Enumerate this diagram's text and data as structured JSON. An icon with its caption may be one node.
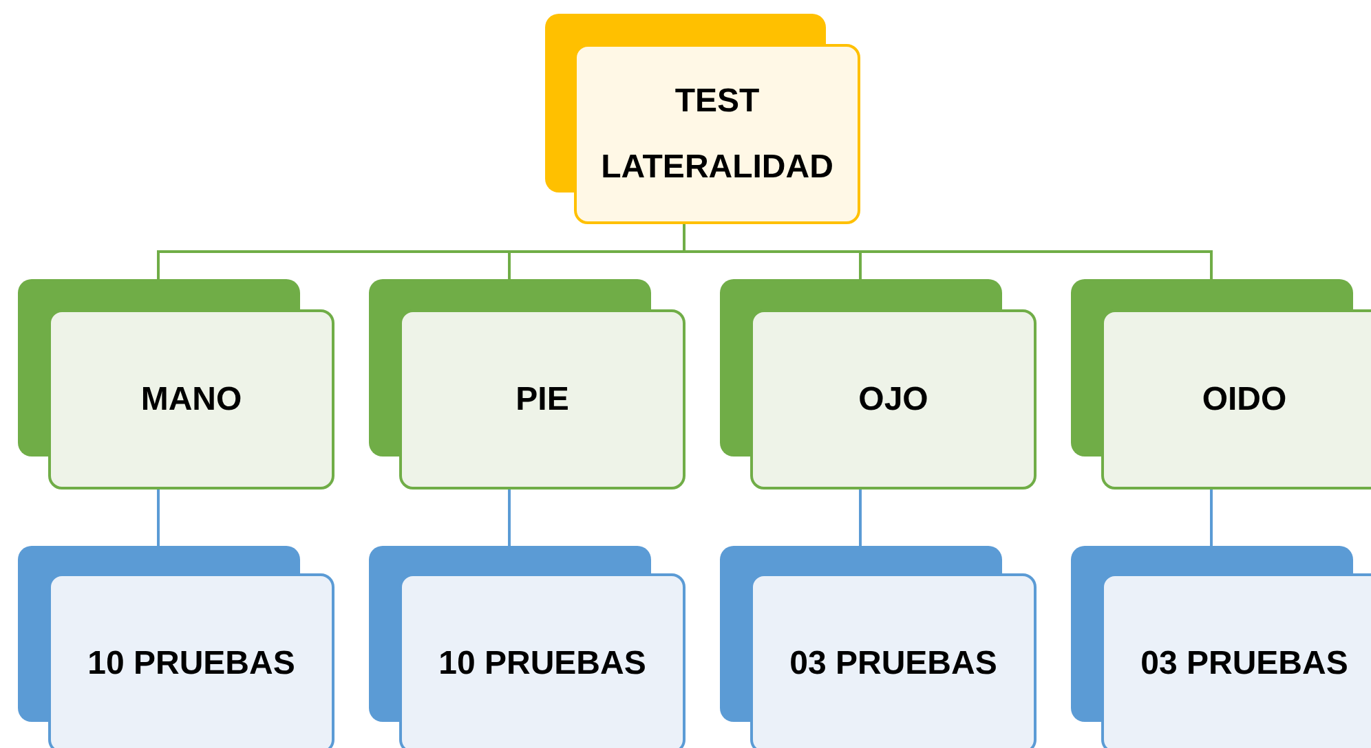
{
  "diagram": {
    "nodes": [
      {
        "text": [
          "TEST LATERALIDAD"
        ]
      },
      {
        "text": [
          "MANO"
        ]
      },
      {
        "text": [
          "PIE"
        ]
      },
      {
        "text": [
          "OJO"
        ]
      },
      {
        "text": [
          "OIDO"
        ]
      },
      {
        "text": [
          "10 PRUEBAS"
        ]
      },
      {
        "text": [
          "10 PRUEBAS"
        ]
      },
      {
        "text": [
          "03 PRUEBAS"
        ]
      },
      {
        "text": [
          "03 PRUEBAS"
        ]
      }
    ],
    "edges": [
      {
        "from": 0,
        "to": 1,
        "arrow": "none"
      },
      {
        "from": 0,
        "to": 2,
        "arrow": "none"
      },
      {
        "from": 0,
        "to": 3,
        "arrow": "none"
      },
      {
        "from": 0,
        "to": 4,
        "arrow": "none"
      },
      {
        "from": 1,
        "to": 5,
        "arrow": "none",
        "color": "#5b9bd5"
      },
      {
        "from": 2,
        "to": 6,
        "arrow": "none",
        "color": "#5b9bd5"
      },
      {
        "from": 3,
        "to": 7,
        "arrow": "none",
        "color": "#5b9bd5"
      },
      {
        "from": 4,
        "to": 8,
        "arrow": "none",
        "color": "#5b9bd5"
      }
    ]
  }
}
